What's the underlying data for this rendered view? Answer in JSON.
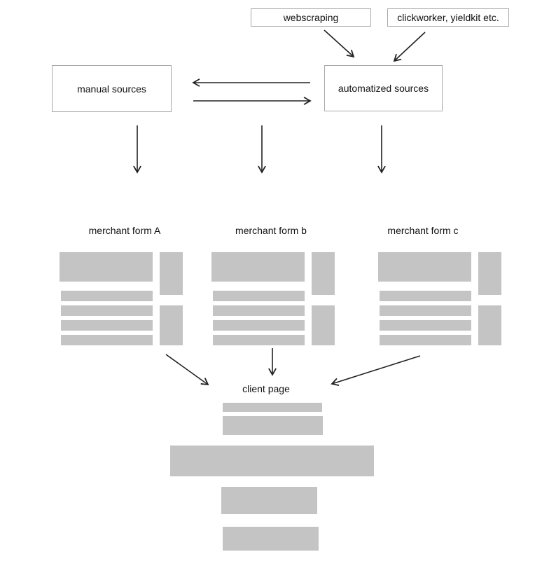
{
  "colors": {
    "background": "#ffffff",
    "block_fill": "#c4c4c4",
    "box_border": "#a9a9a9",
    "arrow": "#222222",
    "text": "#111111"
  },
  "nodes": {
    "webscraping": {
      "label": "webscraping"
    },
    "clickworker": {
      "label": "clickworker, yieldkit etc."
    },
    "manual_sources": {
      "label": "manual sources"
    },
    "automatized_sources": {
      "label": "automatized sources"
    }
  },
  "merchant_forms": [
    {
      "label": "merchant form A"
    },
    {
      "label": "merchant form b"
    },
    {
      "label": "merchant form c"
    }
  ],
  "client_page": {
    "label": "client page"
  }
}
